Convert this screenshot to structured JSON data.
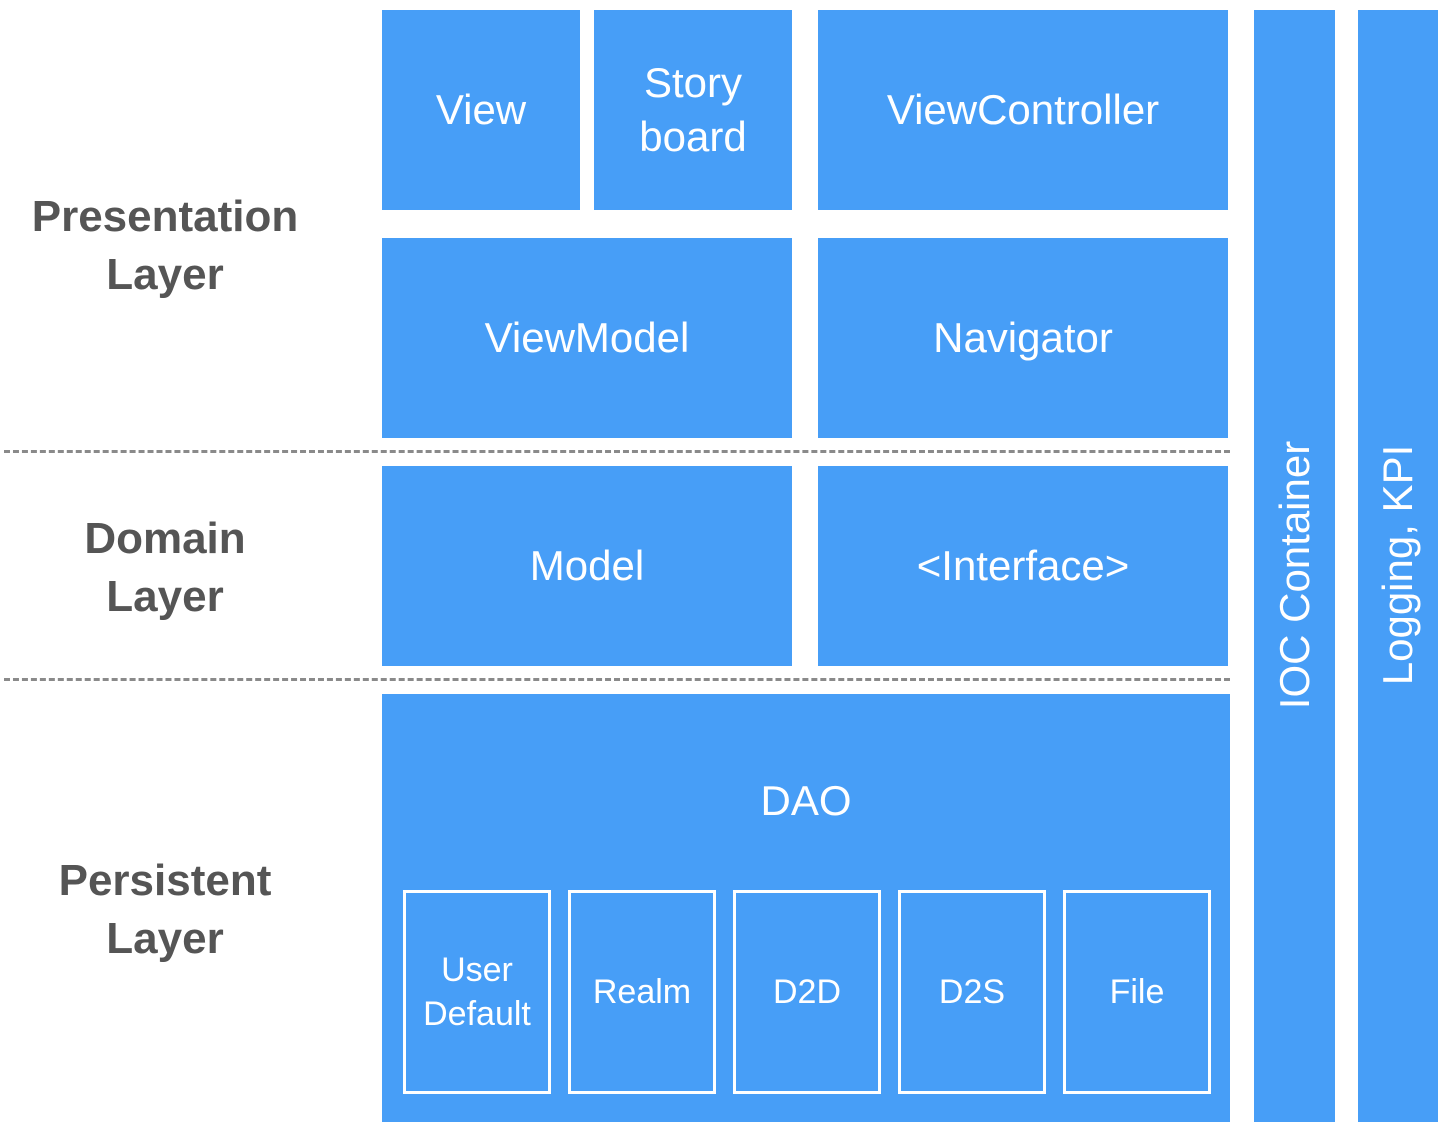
{
  "layers": {
    "presentation": "Presentation\nLayer",
    "domain": "Domain\nLayer",
    "persistent": "Persistent\nLayer"
  },
  "presentation": {
    "view": "View",
    "storyboard": "Story\nboard",
    "view_controller": "ViewController",
    "view_model": "ViewModel",
    "navigator": "Navigator"
  },
  "domain": {
    "model": "Model",
    "interface": "<Interface>"
  },
  "persistent": {
    "dao": "DAO",
    "stores": [
      "User\nDefault",
      "Realm",
      "D2D",
      "D2S",
      "File"
    ]
  },
  "side": {
    "ioc": "IOC Container",
    "logging": "Logging, KPI"
  },
  "colors": {
    "box": "#479ef7",
    "label": "#555555",
    "divider": "#8a8a8a"
  }
}
